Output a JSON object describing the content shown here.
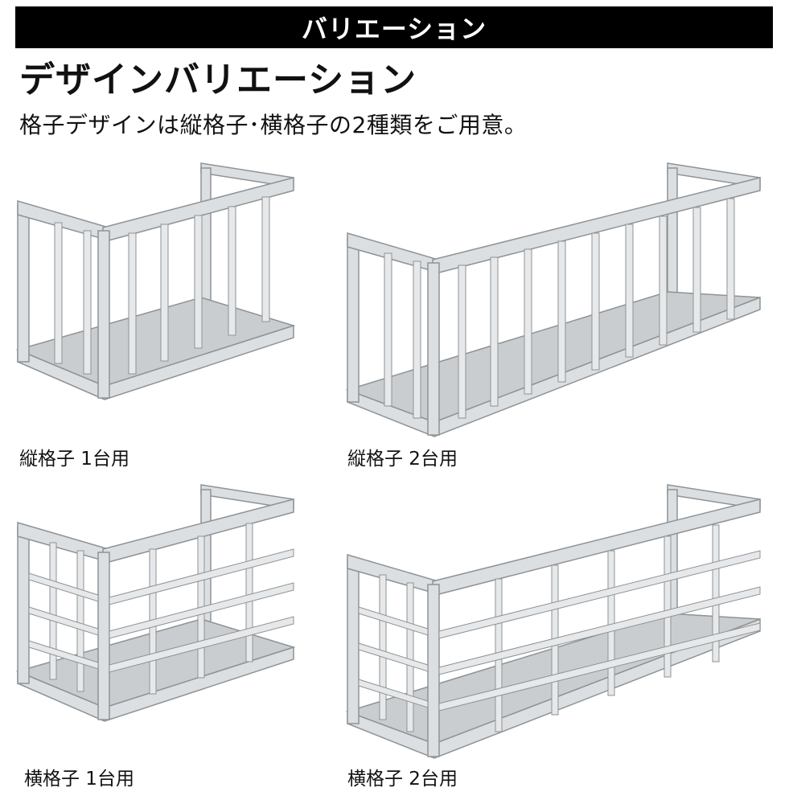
{
  "banner": {
    "title": "バリエーション"
  },
  "heading": {
    "title": "デザインバリエーション"
  },
  "subtitle": {
    "text": "格子デザインは縦格子･横格子の2種類をご用意。"
  },
  "products": [
    {
      "caption": "縦格子 1台用",
      "style": "vertical",
      "units": 1
    },
    {
      "caption": "縦格子 2台用",
      "style": "vertical",
      "units": 2
    },
    {
      "caption": "横格子 1台用",
      "style": "horizontal",
      "units": 1
    },
    {
      "caption": "横格子 2台用",
      "style": "horizontal",
      "units": 2
    }
  ],
  "colors": {
    "frame": "#d7dadc",
    "frame_edge": "#8e9396",
    "shadow": "#b4b8bb",
    "banner_bg": "#000000"
  }
}
